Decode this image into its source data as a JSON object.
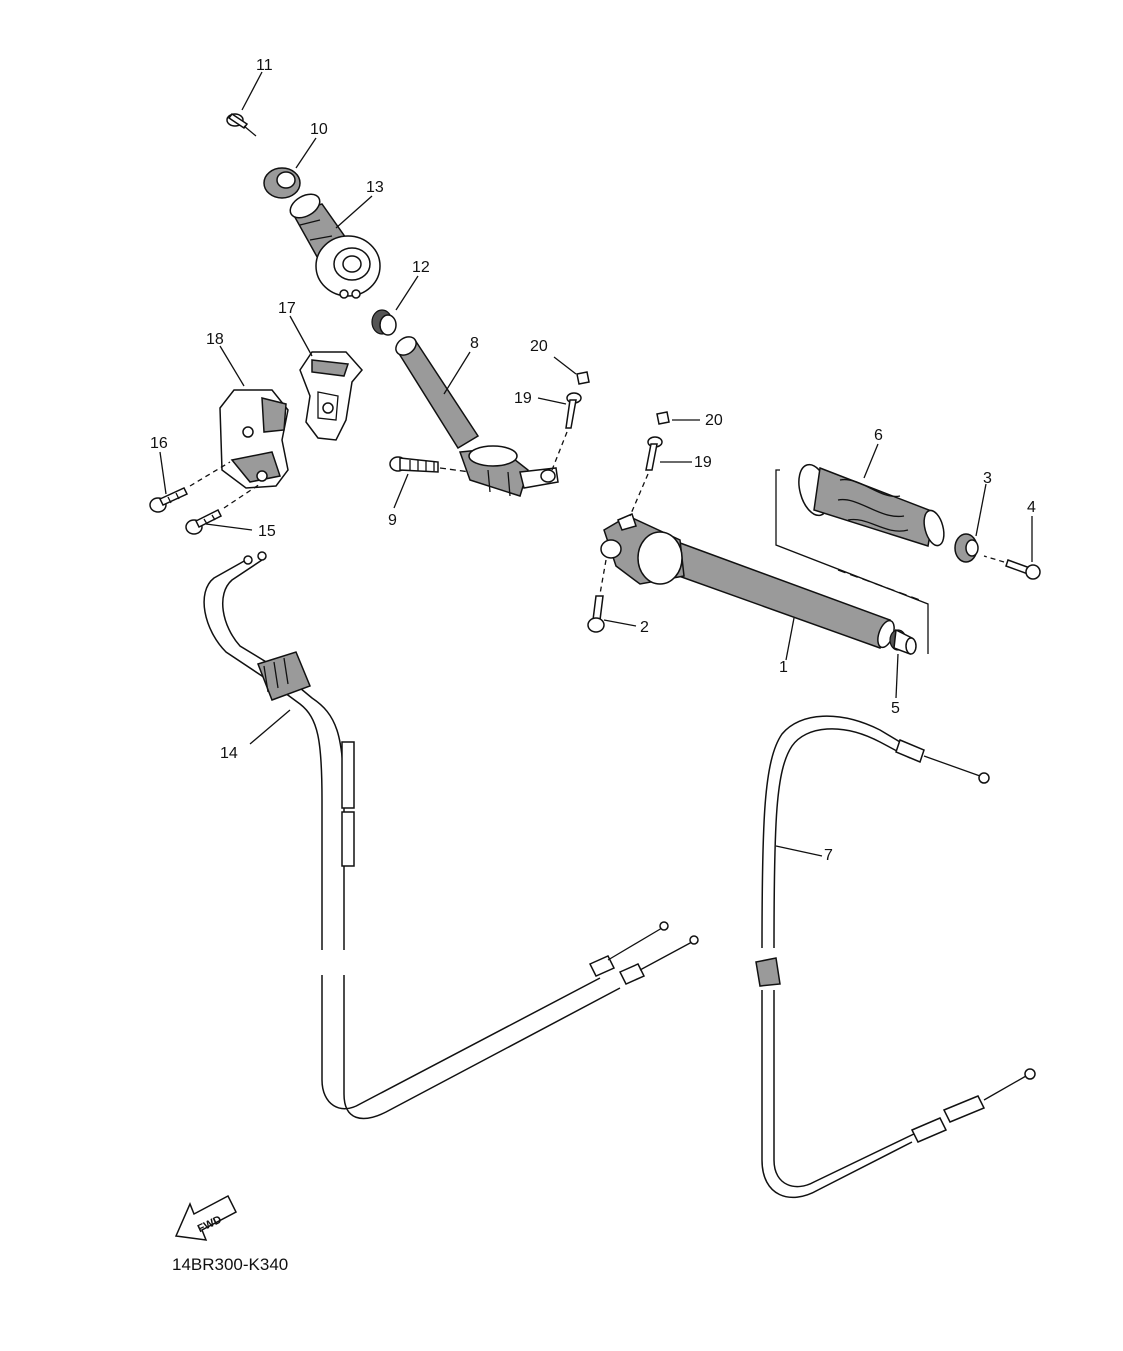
{
  "diagram": {
    "code": "14BR300-K340",
    "fwd_label": "FWD",
    "callouts": {
      "c1": "1",
      "c2": "2",
      "c3": "3",
      "c4": "4",
      "c5": "5",
      "c6": "6",
      "c7": "7",
      "c8": "8",
      "c9": "9",
      "c10": "10",
      "c11": "11",
      "c12": "12",
      "c13": "13",
      "c14": "14",
      "c15": "15",
      "c16": "16",
      "c17": "17",
      "c18": "18",
      "c19a": "19",
      "c19b": "19",
      "c20a": "20",
      "c20b": "20"
    }
  }
}
